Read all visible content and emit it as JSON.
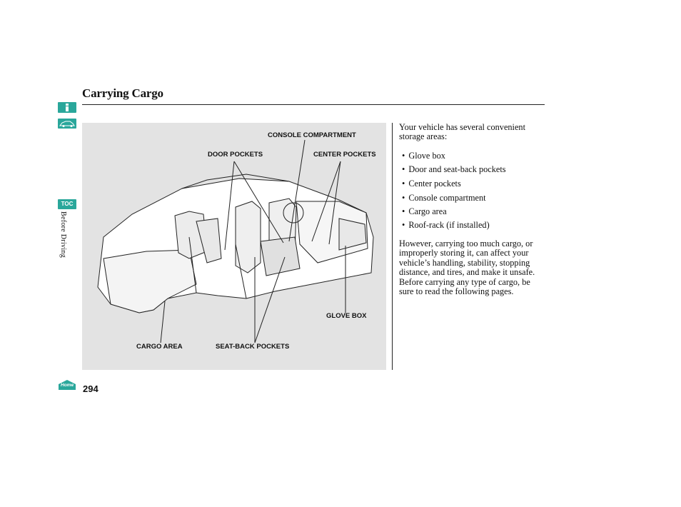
{
  "page": {
    "title": "Carrying Cargo",
    "page_number": "294",
    "side_tab": "Before Driving",
    "toc_label": "TOC",
    "home_label": "Home"
  },
  "figure": {
    "labels": {
      "console": "CONSOLE COMPARTMENT",
      "door": "DOOR POCKETS",
      "center": "CENTER POCKETS",
      "glove": "GLOVE BOX",
      "cargo": "CARGO AREA",
      "seatback": "SEAT-BACK POCKETS"
    }
  },
  "body": {
    "intro": "Your vehicle has several convenient storage areas:",
    "bullets": [
      "Glove box",
      "Door and seat-back pockets",
      "Center pockets",
      "Console compartment",
      "Cargo area",
      "Roof-rack (if installed)"
    ],
    "warning": "However, carrying too much cargo, or improperly storing it, can affect your vehicle’s handling, stability, stopping distance, and tires, and make it unsafe. Before carrying any type of cargo, be sure to read the following pages."
  },
  "colors": {
    "accent": "#2aa79b",
    "figure_bg": "#e3e3e3"
  },
  "icons": [
    "info-icon",
    "car-icon",
    "toc-icon",
    "home-icon"
  ]
}
